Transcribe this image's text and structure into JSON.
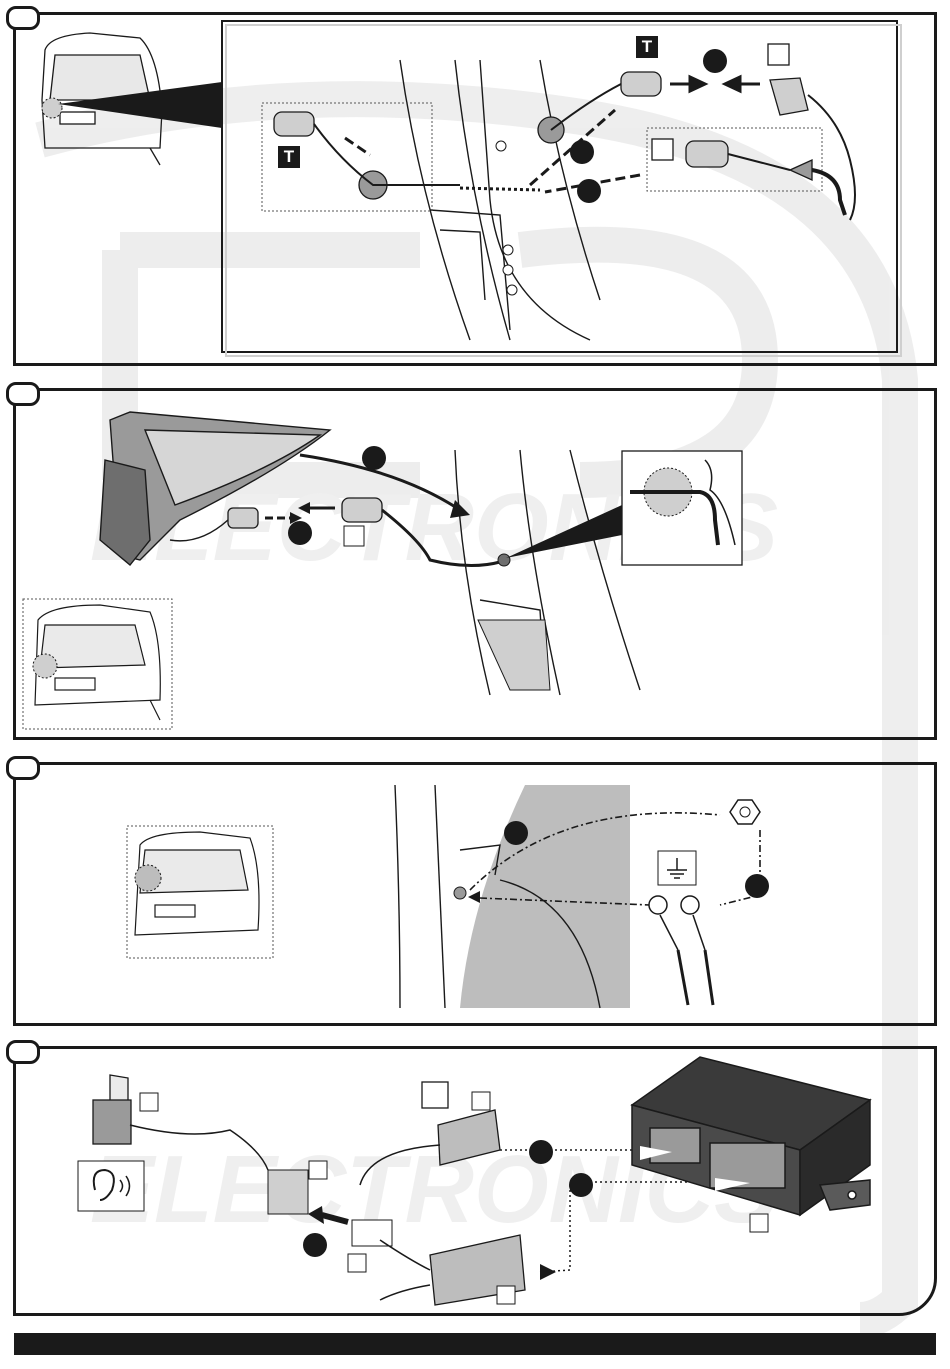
{
  "watermark": {
    "logo_letters": "ESB",
    "text": "ELECTRONICS"
  },
  "colors": {
    "line": "#1a1a1a",
    "gray_fill": "#bdbdbd",
    "dark_fill": "#3a3a3a",
    "watermark": "#ececec"
  },
  "panel1": {
    "marker_T_top": "T",
    "marker_T_left": "T",
    "icons": [
      "car-rear-icon",
      "connector-icon",
      "grommet-icon",
      "bulb-holder-icon"
    ]
  },
  "panel2": {
    "icons": [
      "tail-lamp-icon",
      "connector-icon",
      "grommet-icon",
      "car-rear-icon"
    ]
  },
  "panel3": {
    "icons": [
      "ground-symbol-icon",
      "nut-icon",
      "ring-terminal-icon",
      "car-rear-icon"
    ]
  },
  "panel4": {
    "icons": [
      "buzzer-icon",
      "ear-sound-icon",
      "connector-icon",
      "control-module-icon"
    ]
  }
}
